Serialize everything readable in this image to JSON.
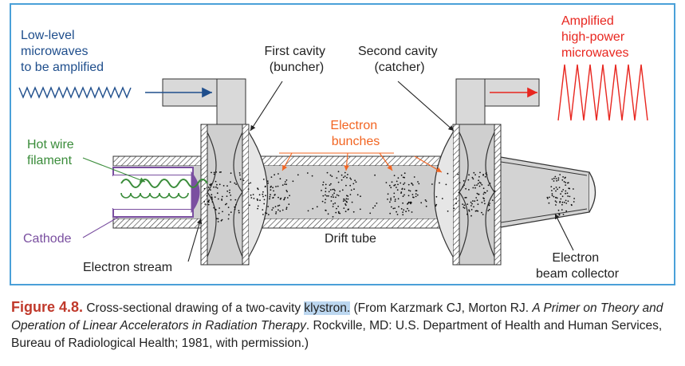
{
  "diagram": {
    "labels": {
      "input": [
        "Low-level",
        "microwaves",
        "to be amplified"
      ],
      "first_cavity": [
        "First cavity",
        "(buncher)"
      ],
      "second_cavity": [
        "Second cavity",
        "(catcher)"
      ],
      "output": [
        "Amplified",
        "high-power",
        "microwaves"
      ],
      "electron_bunches": [
        "Electron",
        "bunches"
      ],
      "hot_wire": [
        "Hot wire",
        "filament"
      ],
      "cathode": "Cathode",
      "drift_tube": "Drift tube",
      "electron_stream": "Electron stream",
      "beam_collector": [
        "Electron",
        "beam collector"
      ]
    },
    "colors": {
      "input_text": "#1f4e8c",
      "output_text": "#e8261f",
      "bunches_text": "#f26522",
      "hot_wire_text": "#3a8c3a",
      "cathode_text": "#7a4fa0",
      "tube_fill": "#cfcfcf",
      "border": "#4aa0d8"
    }
  },
  "caption": {
    "figure_label": "Figure 4.8.",
    "text_before": " Cross-sectional drawing of a two-cavity ",
    "highlight": "klystron.",
    "text_after": " (From Karzmark CJ, Morton RJ. ",
    "book_title": "A Primer on Theory and Operation of Linear Accelerators in Radiation Therapy",
    "publication": ". Rockville, MD: U.S. Department of Health and Human Services, Bureau of Radiological Health; 1981, with permission.)"
  }
}
